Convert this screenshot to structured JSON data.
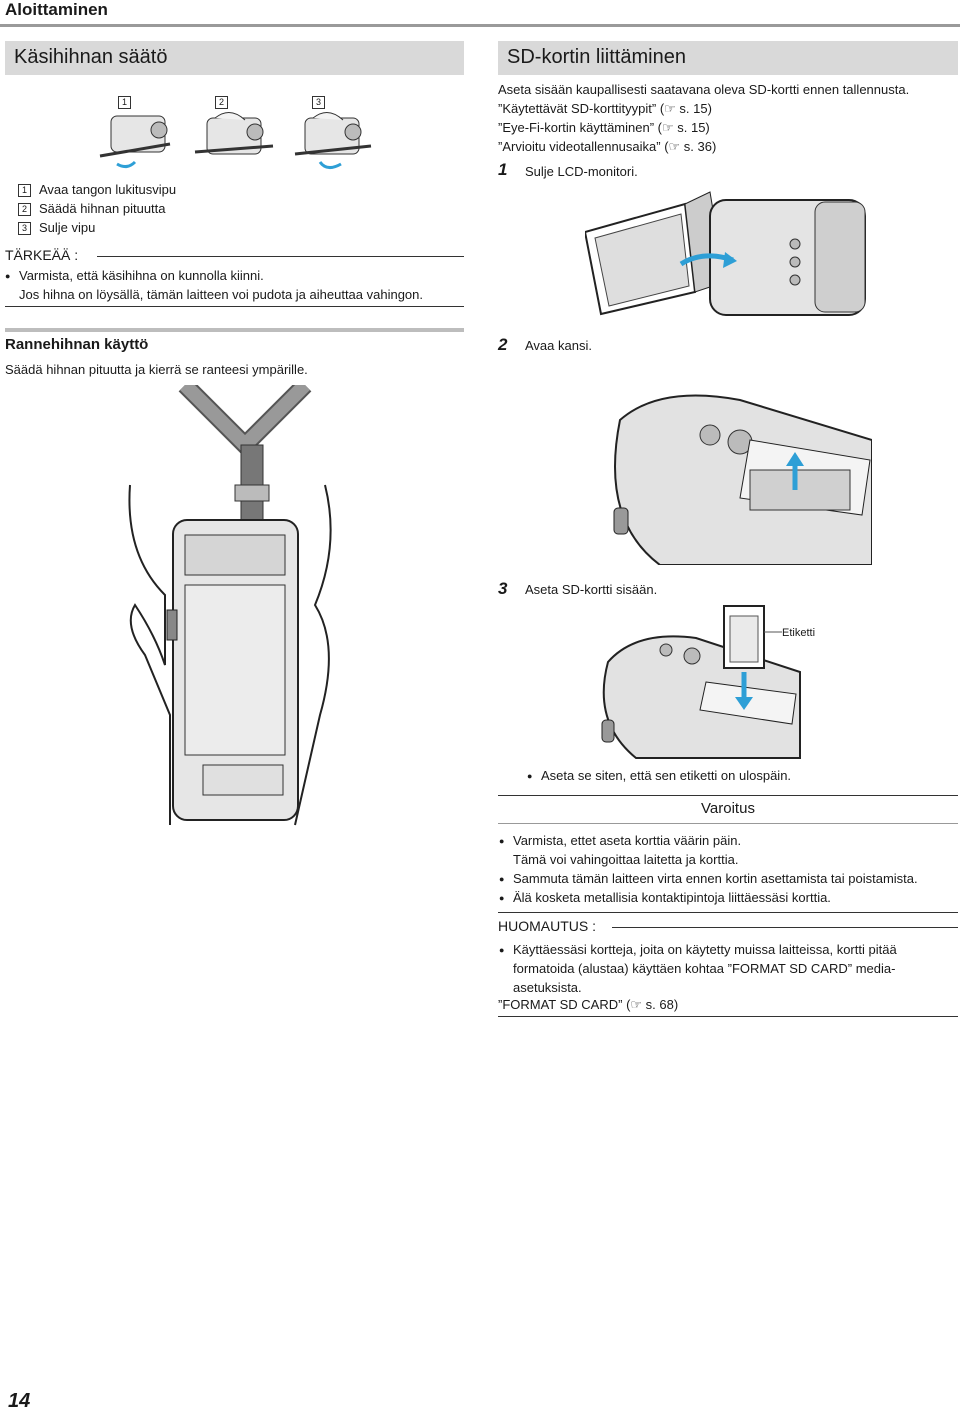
{
  "header": {
    "section": "Aloittaminen"
  },
  "left": {
    "title": "Käsihihnan säätö",
    "step_marks": [
      "1",
      "2",
      "3"
    ],
    "steps": [
      {
        "n": "1",
        "text": "Avaa tangon lukitusvipu"
      },
      {
        "n": "2",
        "text": "Säädä hihnan pituutta"
      },
      {
        "n": "3",
        "text": "Sulje vipu"
      }
    ],
    "important_label": "TÄRKEÄÄ :",
    "important_line1": "Varmista, että käsihihna on kunnolla kiinni.",
    "important_line2": "Jos hihna on löysällä, tämän laitteen voi pudota ja aiheuttaa vahingon.",
    "wrist_title": "Rannehihnan käyttö",
    "wrist_text": "Säädä hihnan pituutta ja kierrä se ranteesi ympärille."
  },
  "right": {
    "title": "SD-kortin liittäminen",
    "intro": "Aseta sisään kaupallisesti saatavana oleva SD-kortti ennen tallennusta.",
    "links": [
      {
        "text": "”Käytettävät SD-korttityypit” (",
        "page": " s. 15)"
      },
      {
        "text": "”Eye-Fi-kortin käyttäminen” (",
        "page": " s. 15)"
      },
      {
        "text": "”Arvioitu videotallennusaika” (",
        "page": " s. 36)"
      }
    ],
    "step1_num": "1",
    "step1": "Sulje LCD-monitori.",
    "step2_num": "2",
    "step2": "Avaa kansi.",
    "step3_num": "3",
    "step3": "Aseta SD-kortti sisään.",
    "label_caption": "Etiketti",
    "step3_note": "Aseta se siten, että sen etiketti on ulospäin.",
    "caution_title": "Varoitus",
    "caution_1a": "Varmista, ettet aseta korttia väärin päin.",
    "caution_1b": "Tämä voi vahingoittaa laitetta ja korttia.",
    "caution_2": "Sammuta tämän laitteen virta ennen kortin asettamista tai poistamista.",
    "caution_3": "Älä kosketa metallisia kontaktipintoja liittäessäsi korttia.",
    "note_label": "HUOMAUTUS :",
    "note_1a": "Käyttäessäsi kortteja, joita on käytetty muissa laitteissa, kortti pitää",
    "note_1b": "formatoida (alustaa) käyttäen kohtaa ”FORMAT SD CARD” media-",
    "note_1c": "asetuksista.",
    "note_link": "”FORMAT SD CARD” (",
    "note_link_page": " s. 68)"
  },
  "page_number": "14"
}
